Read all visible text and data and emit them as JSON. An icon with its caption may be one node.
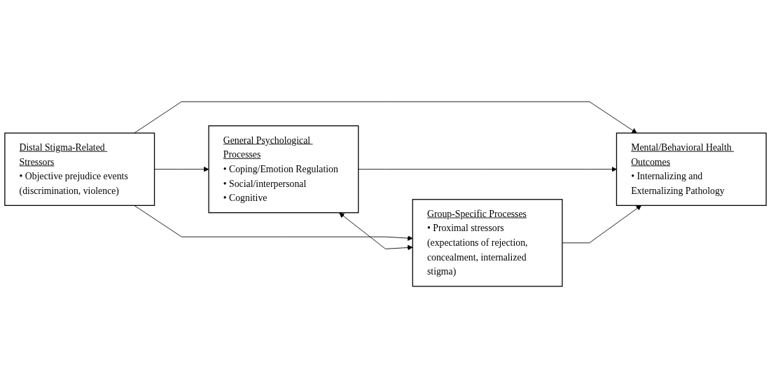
{
  "diagram": {
    "nodes": [
      {
        "text": [
          "Distal Stigma-Related Stressors",
          "• Objective prejudice events (discrimination, violence)"
        ]
      },
      {
        "text": [
          "General Psychological Processes",
          "• Coping/Emotion Regulation",
          "• Social/interpersonal",
          "• Cognitive"
        ]
      },
      {
        "text": [
          "Group-Specific Processes",
          "• Proximal stressors (expectations of rejection, concealment, internalized stigma)"
        ]
      },
      {
        "text": [
          "Mental/Behavioral Health Outcomes",
          "• Internalizing and Externalizing Pathology"
        ]
      }
    ],
    "edges": [
      {
        "from": 0,
        "to": 1,
        "arrow": "to"
      },
      {
        "from": 0,
        "to": 3,
        "arrow": "to"
      },
      {
        "from": 0,
        "to": 2,
        "arrow": "to"
      },
      {
        "from": 1,
        "to": 3,
        "arrow": "to"
      },
      {
        "from": 2,
        "to": 3,
        "arrow": "to"
      },
      {
        "from": 1,
        "to": 2,
        "arrow": "both"
      }
    ]
  }
}
